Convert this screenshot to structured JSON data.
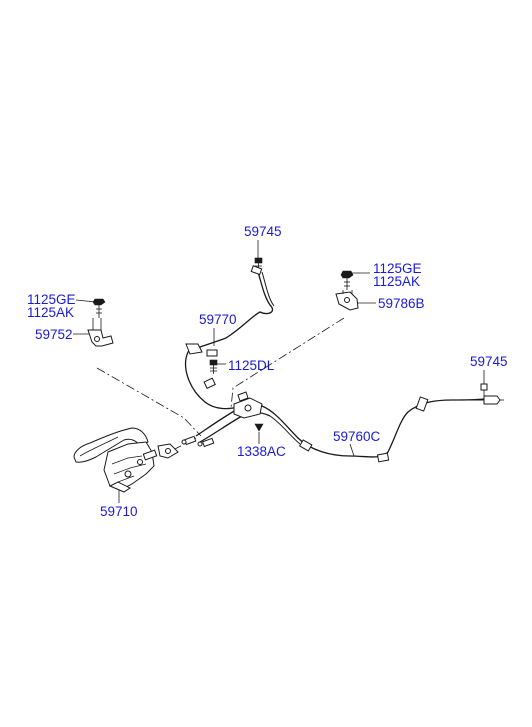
{
  "colors": {
    "label": "#1a1ad8",
    "line": "#1a1a1a",
    "background": "#ffffff"
  },
  "labels": {
    "p59745_top": "59745",
    "p1125GE_right": "1125GE",
    "p1125AK_right": "1125AK",
    "p59786B": "59786B",
    "p1125GE_left": "1125GE",
    "p1125AK_left": "1125AK",
    "p59752": "59752",
    "p59770": "59770",
    "p1125DL": "1125DL",
    "p59745_right": "59745",
    "p59760C": "59760C",
    "p1338AC": "1338AC",
    "p59710": "59710"
  }
}
